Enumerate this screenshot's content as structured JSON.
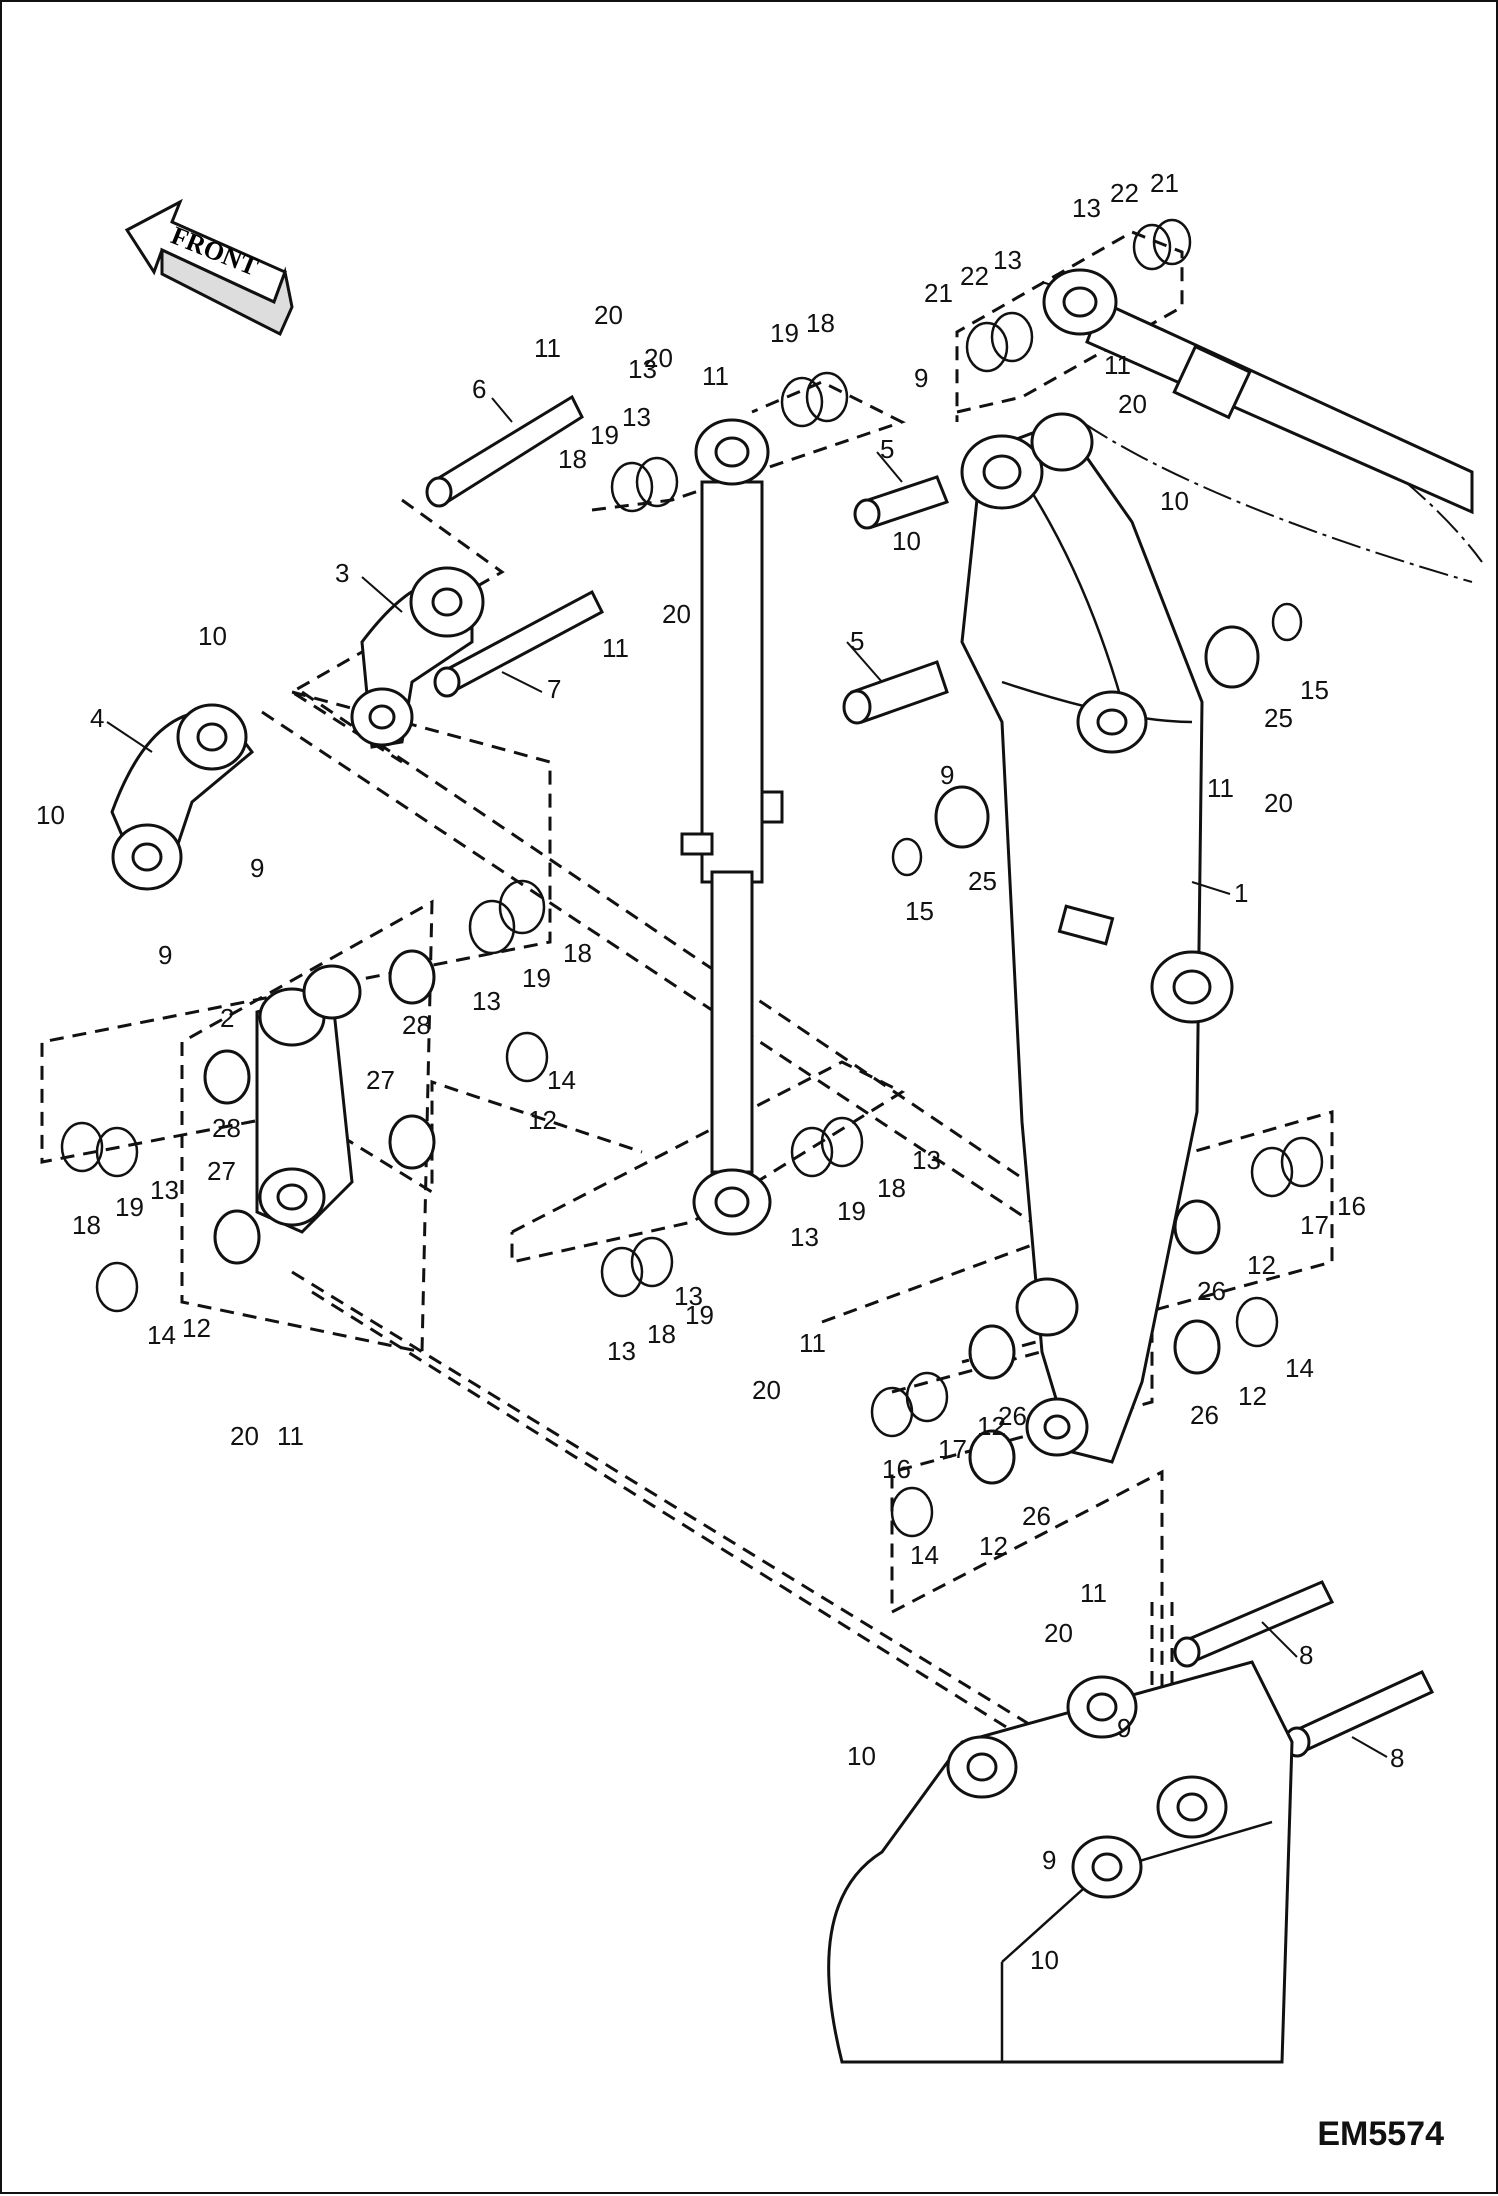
{
  "front_arrow": {
    "label": "FRONT"
  },
  "drawing_code": "EM5574",
  "callouts": [
    "1",
    "2",
    "3",
    "4",
    "5",
    "6",
    "7",
    "8",
    "9",
    "10",
    "11",
    "12",
    "13",
    "14",
    "15",
    "16",
    "17",
    "18",
    "19",
    "20",
    "21",
    "22",
    "25",
    "26",
    "27",
    "28"
  ]
}
